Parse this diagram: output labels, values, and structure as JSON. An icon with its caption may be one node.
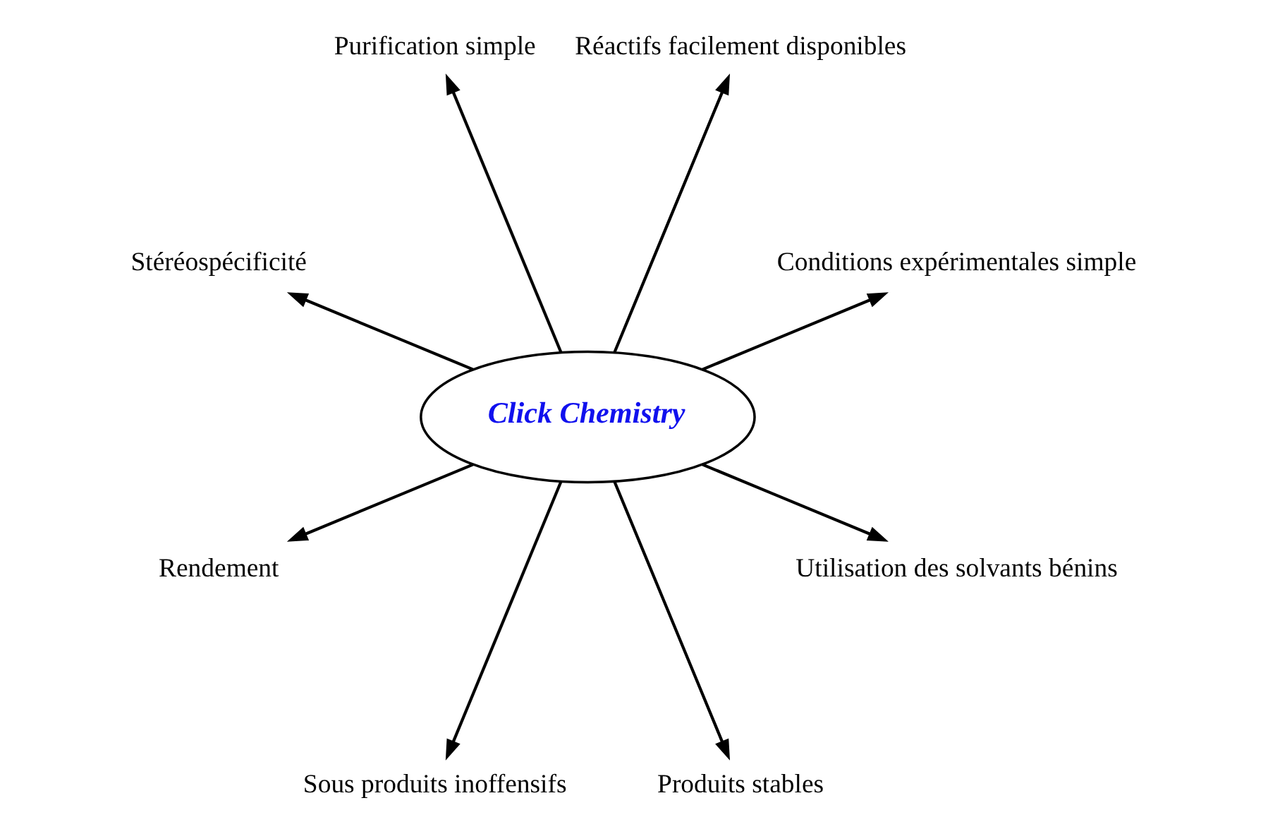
{
  "diagram": {
    "nodes": [
      {
        "text": [
          "Click Chemistry"
        ]
      },
      {
        "text": [
          "Conditions expérimentales simple"
        ]
      },
      {
        "text": [
          "Réactifs facilement disponibles"
        ]
      },
      {
        "text": [
          "Purification simple"
        ]
      },
      {
        "text": [
          "Stéréospécificité"
        ]
      },
      {
        "text": [
          "Rendement"
        ]
      },
      {
        "text": [
          "Sous produits inoffensifs"
        ]
      },
      {
        "text": [
          "Produits stables"
        ]
      },
      {
        "text": [
          "Utilisation des solvants bénins"
        ]
      }
    ],
    "edges": [
      {
        "from": 0,
        "to": 1,
        "arrow": "to"
      },
      {
        "from": 0,
        "to": 2,
        "arrow": "to"
      },
      {
        "from": 0,
        "to": 3,
        "arrow": "to"
      },
      {
        "from": 0,
        "to": 4,
        "arrow": "to"
      },
      {
        "from": 0,
        "to": 5,
        "arrow": "to"
      },
      {
        "from": 0,
        "to": 6,
        "arrow": "to"
      },
      {
        "from": 0,
        "to": 7,
        "arrow": "to"
      },
      {
        "from": 0,
        "to": 8,
        "arrow": "to"
      }
    ]
  }
}
